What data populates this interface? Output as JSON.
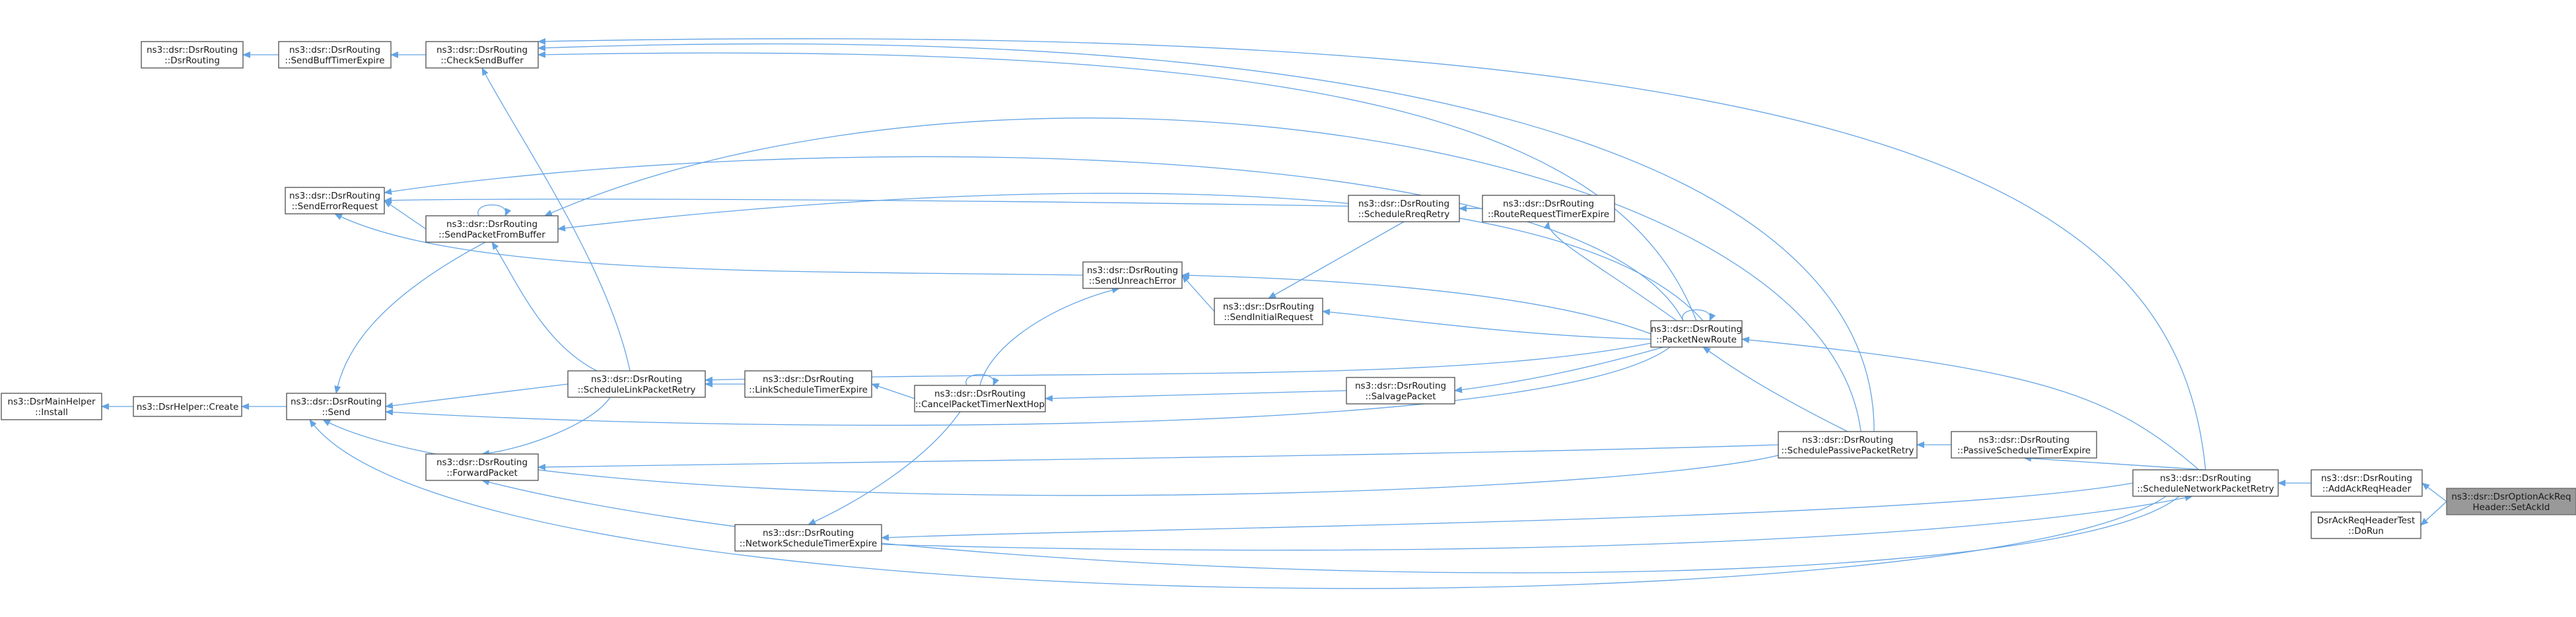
{
  "colors": {
    "edge": "#63a4e5",
    "node_border": "#4d4d4d",
    "focus_fill": "#999999",
    "background": "#ffffff"
  },
  "nodes": [
    {
      "id": "n1",
      "lines": [
        "ns3::dsr::DsrRouting",
        "::DsrRouting"
      ]
    },
    {
      "id": "n2",
      "lines": [
        "ns3::dsr::DsrRouting",
        "::SendBuffTimerExpire"
      ]
    },
    {
      "id": "n3",
      "lines": [
        "ns3::dsr::DsrRouting",
        "::CheckSendBuffer"
      ]
    },
    {
      "id": "n4",
      "lines": [
        "ns3::dsr::DsrRouting",
        "::SendErrorRequest"
      ]
    },
    {
      "id": "n5",
      "lines": [
        "ns3::dsr::DsrRouting",
        "::SendPacketFromBuffer"
      ]
    },
    {
      "id": "n6",
      "lines": [
        "ns3::dsr::DsrRouting",
        "::ScheduleRreqRetry"
      ]
    },
    {
      "id": "n7",
      "lines": [
        "ns3::dsr::DsrRouting",
        "::RouteRequestTimerExpire"
      ]
    },
    {
      "id": "n8",
      "lines": [
        "ns3::dsr::DsrRouting",
        "::SendUnreachError"
      ]
    },
    {
      "id": "n9",
      "lines": [
        "ns3::dsr::DsrRouting",
        "::SendInitialRequest"
      ]
    },
    {
      "id": "n10",
      "lines": [
        "ns3::dsr::DsrRouting",
        "::PacketNewRoute"
      ]
    },
    {
      "id": "n11",
      "lines": [
        "ns3::DsrMainHelper",
        "::Install"
      ]
    },
    {
      "id": "n12",
      "lines": [
        "ns3::DsrHelper::Create"
      ]
    },
    {
      "id": "n13",
      "lines": [
        "ns3::dsr::DsrRouting",
        "::Send"
      ]
    },
    {
      "id": "n14",
      "lines": [
        "ns3::dsr::DsrRouting",
        "::ScheduleLinkPacketRetry"
      ]
    },
    {
      "id": "n15",
      "lines": [
        "ns3::dsr::DsrRouting",
        "::LinkScheduleTimerExpire"
      ]
    },
    {
      "id": "n16",
      "lines": [
        "ns3::dsr::DsrRouting",
        "::CancelPacketTimerNextHop"
      ]
    },
    {
      "id": "n17",
      "lines": [
        "ns3::dsr::DsrRouting",
        "::SalvagePacket"
      ]
    },
    {
      "id": "n18",
      "lines": [
        "ns3::dsr::DsrRouting",
        "::SchedulePassivePacketRetry"
      ]
    },
    {
      "id": "n19",
      "lines": [
        "ns3::dsr::DsrRouting",
        "::PassiveScheduleTimerExpire"
      ]
    },
    {
      "id": "n20",
      "lines": [
        "ns3::dsr::DsrRouting",
        "::ForwardPacket"
      ]
    },
    {
      "id": "n21",
      "lines": [
        "ns3::dsr::DsrRouting",
        "::NetworkScheduleTimerExpire"
      ]
    },
    {
      "id": "n22",
      "lines": [
        "ns3::dsr::DsrRouting",
        "::ScheduleNetworkPacketRetry"
      ]
    },
    {
      "id": "n23",
      "lines": [
        "ns3::dsr::DsrRouting",
        "::AddAckReqHeader"
      ]
    },
    {
      "id": "n24",
      "lines": [
        "DsrAckReqHeaderTest",
        "::DoRun"
      ]
    },
    {
      "id": "n25",
      "lines": [
        "ns3::dsr::DsrOptionAckReq",
        "Header::SetAckId"
      ],
      "focus": true
    }
  ]
}
